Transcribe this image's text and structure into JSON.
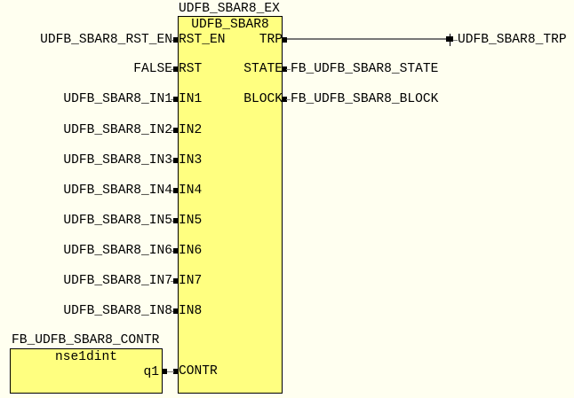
{
  "main_block": {
    "instance": "UDFB_SBAR8_EX",
    "type": "UDFB_SBAR8",
    "inputs": [
      {
        "pin": "RST_EN",
        "signal": "UDFB_SBAR8_RST_EN"
      },
      {
        "pin": "RST",
        "signal": "FALSE"
      },
      {
        "pin": "IN1",
        "signal": "UDFB_SBAR8_IN1"
      },
      {
        "pin": "IN2",
        "signal": "UDFB_SBAR8_IN2"
      },
      {
        "pin": "IN3",
        "signal": "UDFB_SBAR8_IN3"
      },
      {
        "pin": "IN4",
        "signal": "UDFB_SBAR8_IN4"
      },
      {
        "pin": "IN5",
        "signal": "UDFB_SBAR8_IN5"
      },
      {
        "pin": "IN6",
        "signal": "UDFB_SBAR8_IN6"
      },
      {
        "pin": "IN7",
        "signal": "UDFB_SBAR8_IN7"
      },
      {
        "pin": "IN8",
        "signal": "UDFB_SBAR8_IN8"
      },
      {
        "pin": "CONTR",
        "signal": ""
      }
    ],
    "outputs": [
      {
        "pin": "TRP",
        "signal": "UDFB_SBAR8_TRP"
      },
      {
        "pin": "STATE",
        "signal": "FB_UDFB_SBAR8_STATE"
      },
      {
        "pin": "BLOCK",
        "signal": "FB_UDFB_SBAR8_BLOCK"
      }
    ]
  },
  "contr_block": {
    "instance": "FB_UDFB_SBAR8_CONTR",
    "type": "nse1dint",
    "output_pin": "q1"
  }
}
